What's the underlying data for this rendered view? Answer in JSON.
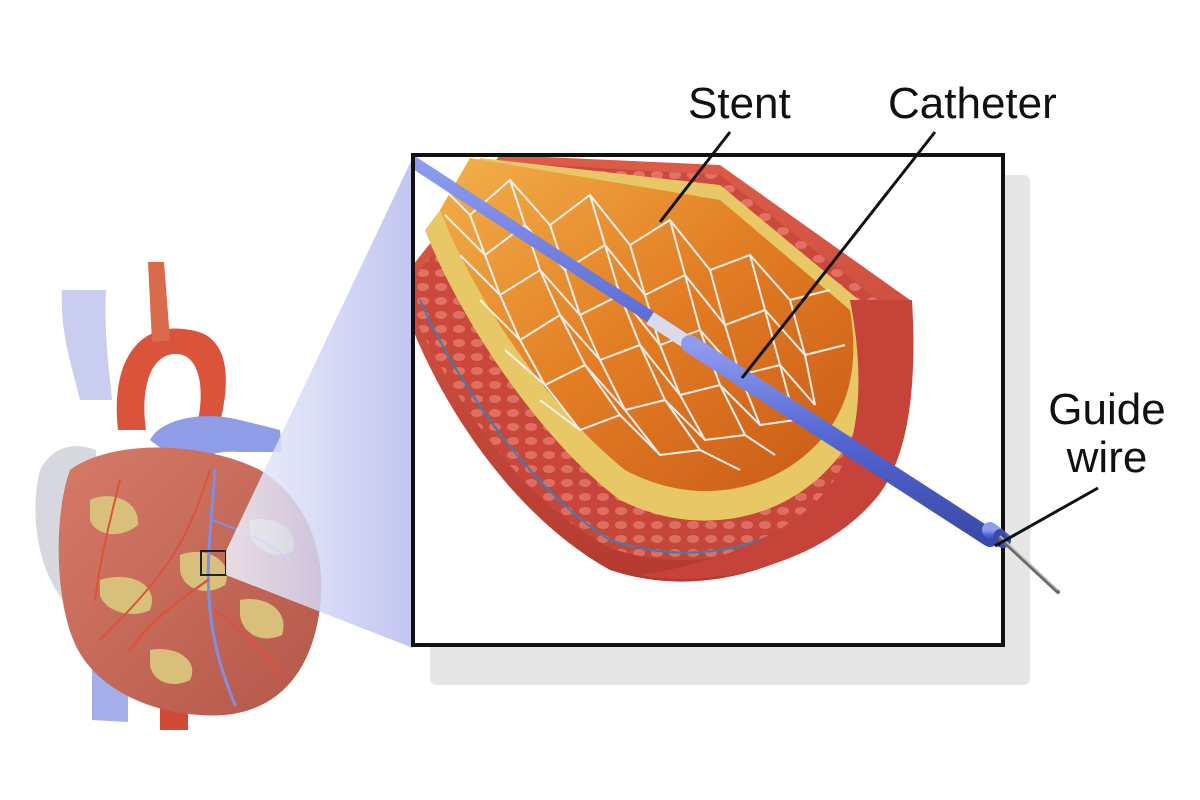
{
  "labels": {
    "stent": "Stent",
    "catheter": "Catheter",
    "guide_wire_line1": "Guide",
    "guide_wire_line2": "wire"
  },
  "colors": {
    "artery_wall": "#c8473a",
    "artery_inner": "#e2892c",
    "plaque": "#e8c766",
    "catheter": "#5b6fd6",
    "vein_blue": "#7f8fe0",
    "aorta_red": "#d9543a",
    "heart_muscle": "#c9685a",
    "fat": "#d9c07a",
    "magnifier_beam": "#c9ccf2",
    "stent_mesh": "#f4f4f4",
    "frame": "#111111"
  },
  "icons": {
    "heart": "heart-illustration",
    "artery": "artery-cross-section",
    "stent": "stent-mesh",
    "catheter": "catheter-tube",
    "guide_wire": "guide-wire"
  }
}
